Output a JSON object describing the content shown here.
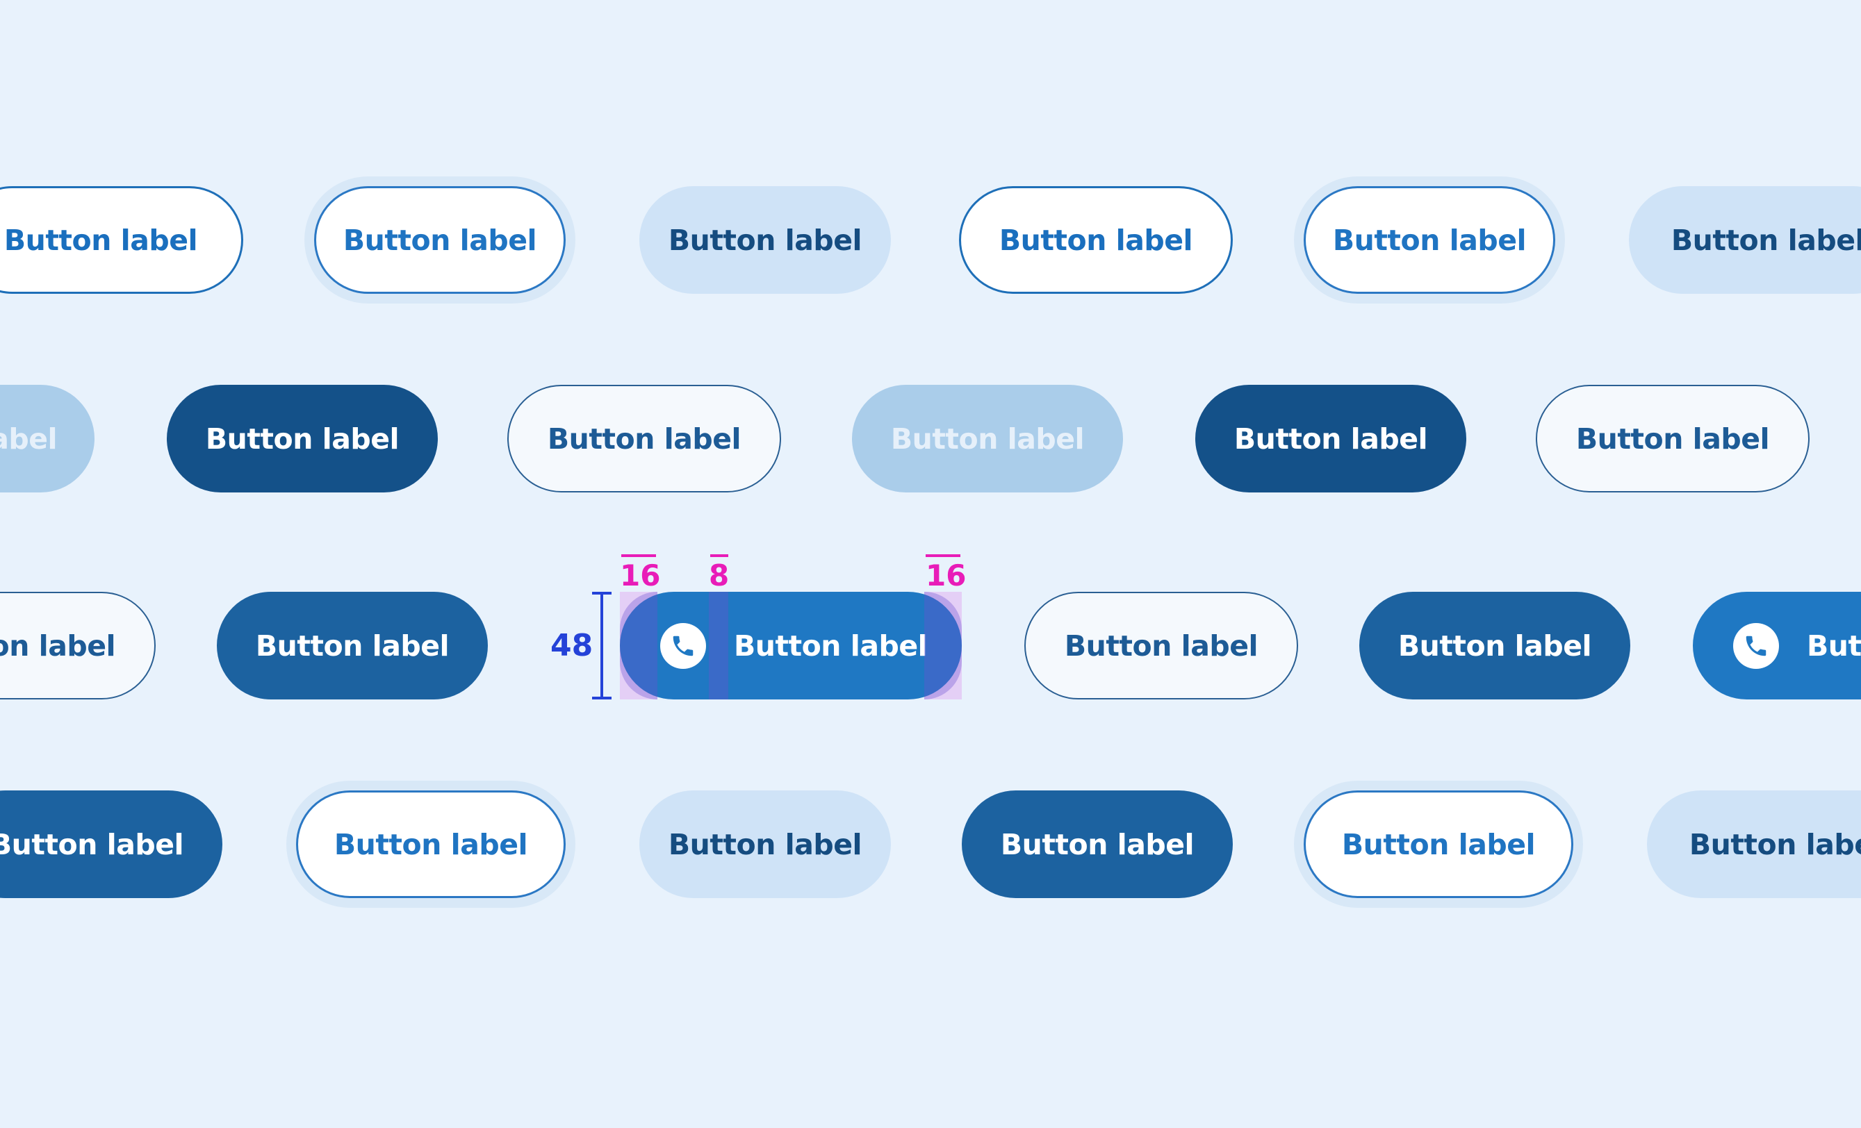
{
  "button_label": "Button label",
  "spec": {
    "height": "48",
    "padding_left": "16",
    "icon_gap": "8",
    "padding_right": "16"
  },
  "icons": {
    "phone": "phone-icon"
  },
  "colors": {
    "background": "#e8f2fc",
    "primary": "#1f78c3",
    "solid_dark": "#145189",
    "tonal": "#cfe3f7",
    "disabled": "#aacdea",
    "spec_magenta": "#e81cb8",
    "spec_blue": "#2442d8"
  }
}
